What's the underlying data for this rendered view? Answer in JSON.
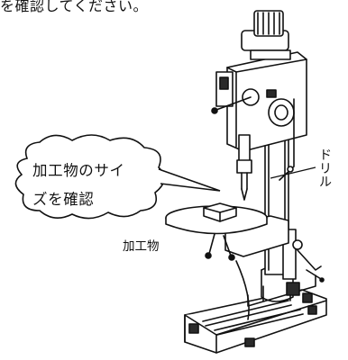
{
  "instruction_fragment": "を確認してください。",
  "speech_bubble": {
    "line1": "加工物のサイ",
    "line2": "ズを確認"
  },
  "labels": {
    "workpiece": "加工物",
    "drill_chars": [
      "ド",
      "リ",
      "ル"
    ]
  },
  "illustration": {
    "subject": "drill-press-icon",
    "line_color": "#111111",
    "fill_color": "#ffffff",
    "shade_color": "#2a2a2a"
  }
}
